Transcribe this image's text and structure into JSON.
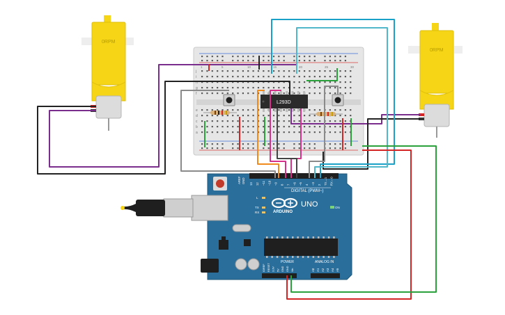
{
  "motor_left": {
    "rpm_label": "0RPM"
  },
  "motor_right": {
    "rpm_label": "0RPM"
  },
  "chip": {
    "label": "L293D"
  },
  "arduino": {
    "brand": "ARDUINO",
    "model": "UNO",
    "digital_label": "DIGITAL (PWM~)",
    "power_label": "POWER",
    "analog_label": "ANALOG IN",
    "on_label": "ON",
    "l_label": "L",
    "tx_label": "TX",
    "rx_label": "RX",
    "aref_label": "AREF",
    "gnd_label": "GND",
    "digital_pins": [
      "13",
      "12",
      "~11",
      "~10",
      "~9",
      "8",
      "7",
      "~6",
      "~5",
      "4",
      "~3",
      "2",
      "TX→1",
      "RX←0"
    ],
    "power_pins": [
      "IOREF",
      "RESET",
      "3.3V",
      "5V",
      "GND",
      "GND",
      "Vin"
    ],
    "analog_pins": [
      "A0",
      "A1",
      "A2",
      "A3",
      "A4",
      "A5"
    ]
  },
  "breadboard": {
    "row_letters_top": [
      "j",
      "i",
      "h",
      "g",
      "f"
    ],
    "row_letters_bottom": [
      "e",
      "d",
      "c",
      "b",
      "a"
    ],
    "column_numbers": [
      "1",
      "5",
      "10",
      "15",
      "20",
      "25",
      "30"
    ]
  },
  "colors": {
    "wire_purple": "#7b2d8e",
    "wire_black": "#222222",
    "wire_blue": "#1aa1c7",
    "wire_cyan": "#4fb7c9",
    "wire_pink": "#d6318a",
    "wire_orange": "#f08a1c",
    "wire_gray": "#8a8a8a",
    "wire_red": "#d42525",
    "wire_green": "#2aa13a",
    "board_blue": "#2a6e9c",
    "motor_yellow": "#f5d516"
  }
}
